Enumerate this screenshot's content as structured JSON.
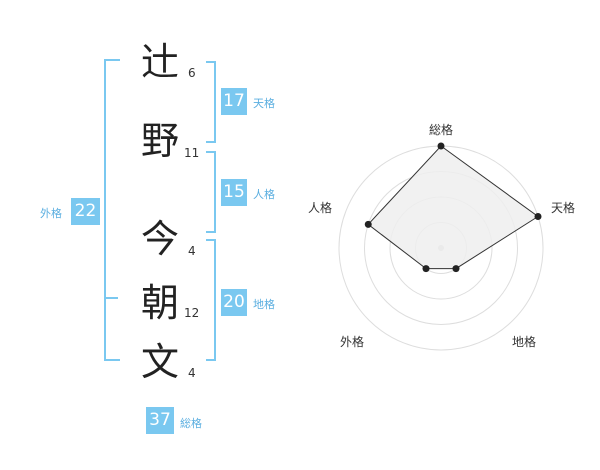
{
  "name": {
    "chars": [
      {
        "char": "辻",
        "strokes": "6"
      },
      {
        "char": "野",
        "strokes": "11"
      },
      {
        "char": "今",
        "strokes": "4"
      },
      {
        "char": "朝",
        "strokes": "12"
      },
      {
        "char": "文",
        "strokes": "4"
      }
    ]
  },
  "kakusu": {
    "tenkaku": {
      "value": "17",
      "label": "天格"
    },
    "jinkaku": {
      "value": "15",
      "label": "人格"
    },
    "chikaku": {
      "value": "20",
      "label": "地格"
    },
    "gaikaku": {
      "value": "22",
      "label": "外格"
    },
    "soukaku": {
      "value": "37",
      "label": "総格"
    }
  },
  "radar": {
    "axes": [
      "総格",
      "天格",
      "地格",
      "外格",
      "人格"
    ],
    "values": [
      4,
      4,
      1,
      1,
      3
    ],
    "max": 4,
    "fill_color": "#eeeeee",
    "line_color": "#333333",
    "grid_color": "#dddddd"
  }
}
